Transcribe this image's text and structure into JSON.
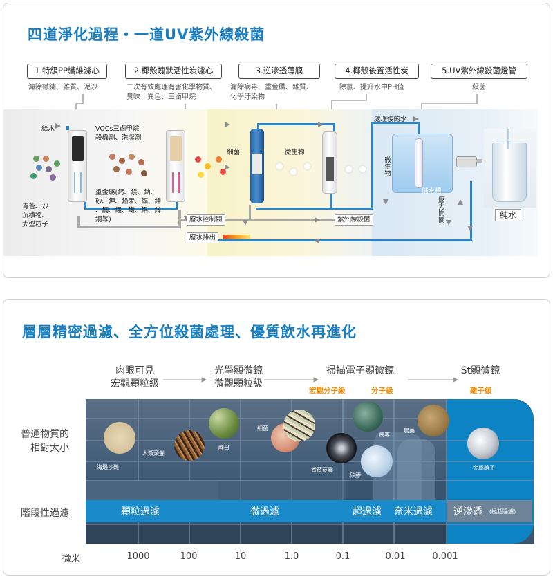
{
  "panel1": {
    "title": "四道淨化過程・一道UV紫外線殺菌",
    "stages": [
      {
        "label": "1.特級PP纖維濾心",
        "desc": [
          "濾除鐵鏽、雜質、泥沙"
        ]
      },
      {
        "label": "2.椰殼塊狀活性炭濾心",
        "desc": [
          "二次有效處理有害化學物質、",
          "臭味、異色、三鹵甲烷"
        ]
      },
      {
        "label": "3.逆滲透薄膜",
        "desc": [
          "濾除病毒、重金屬、雜質、",
          "化學汙染物"
        ]
      },
      {
        "label": "4.椰殼後置活性炭",
        "desc": [
          "除氯、提升水中PH值"
        ]
      },
      {
        "label": "5.UV紫外線殺菌燈管",
        "desc": [
          "殺菌"
        ]
      }
    ],
    "labels": {
      "feed_water": "給水",
      "vocs": [
        "VOCs三鹵甲烷",
        "殺蟲劑、洗潔劑"
      ],
      "algae": [
        "青苔、沙",
        "沉積物、",
        "大型粒子"
      ],
      "heavy_metals": [
        "重金屬(鈣、鎂、鈉、",
        "砂、鉀、鉛汞、鎘、鉀",
        "、鋼、錳、鐵、鋁、鋅",
        "銅等)"
      ],
      "bacteria": "細菌",
      "microbes": "微生物",
      "treated_water": "處理後的水",
      "microbes_v": "微生物",
      "storage_tank": "儲水槽",
      "pressure_valve": "壓力開關",
      "waste_control": "廢水控制閥",
      "waste_drain": "廢水排出",
      "uv_sterilize": "紫外線殺菌",
      "pure_water": "純水"
    }
  },
  "panel2": {
    "title": "層層精密過濾、全方位殺菌處理、優質飲水再進化",
    "scale_heads": [
      {
        "line1": "肉眼可見",
        "line2": "宏觀顆粒級"
      },
      {
        "line1": "光學顯微鏡",
        "line2": "微觀顆粒級"
      },
      {
        "line1": "掃描電子顯微鏡",
        "line2": ""
      },
      {
        "line1": "St顯微鏡",
        "line2": ""
      }
    ],
    "sub_heads": [
      "宏觀分子級",
      "分子級",
      "離子級"
    ],
    "row_labels": {
      "size": [
        "普通物質的",
        "相對大小"
      ],
      "filtration": "階段性過濾",
      "unit": "微米"
    },
    "items": [
      "海邊沙礫",
      "人類頭髮",
      "酵母",
      "細菌",
      "香菸菸霧",
      "病毒",
      "矽膠",
      "農藥",
      "金屬離子"
    ],
    "stages": [
      "顆粒過濾",
      "微過濾",
      "超過濾",
      "奈米過濾",
      "逆滲透",
      "(極超過濾)"
    ],
    "axis": [
      "1000",
      "100",
      "10",
      "1.0",
      "0.1",
      "0.01",
      "0.001"
    ]
  },
  "colors": {
    "accent": "#1a7fc1",
    "pipe": "#2a86c8",
    "orange": "#f0900a",
    "grid_dark": "#1f3b55",
    "grid_blue": "#0d83c3"
  }
}
